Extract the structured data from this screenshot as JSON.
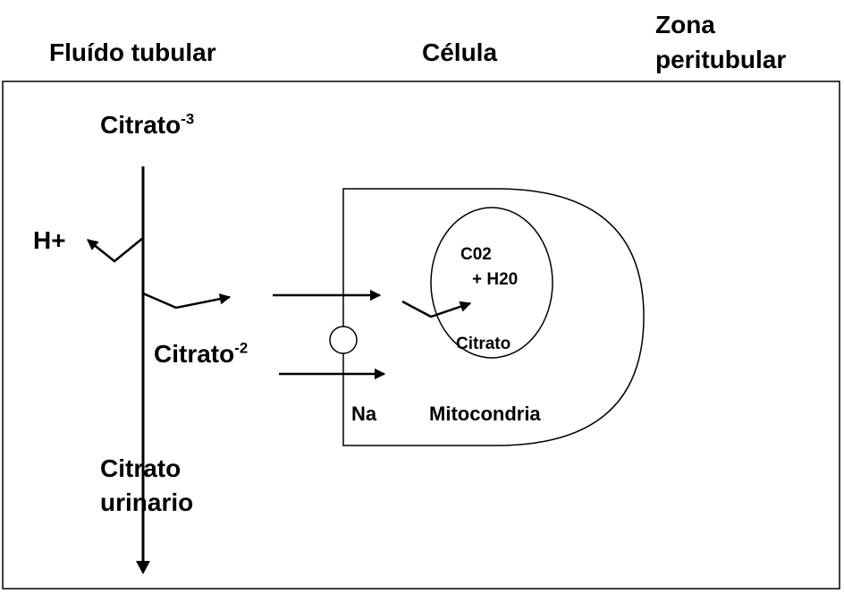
{
  "headers": {
    "tubular_fluid": "Fluído tubular",
    "cell": "Célula",
    "peritubular_line1": "Zona",
    "peritubular_line2": "peritubular"
  },
  "tubular_side": {
    "citrate_top_base": "Citrato",
    "citrate_top_charge": "-3",
    "proton": "H+",
    "citrate_mid_base": "Citrato",
    "citrate_mid_charge": "-2",
    "urinary_line1": "Citrato",
    "urinary_line2": "urinario"
  },
  "cell_side": {
    "sodium": "Na",
    "mitochondria": "Mitocondria",
    "co2": "C02",
    "h2o": "+ H20",
    "inner_citrate": "Citrato"
  }
}
